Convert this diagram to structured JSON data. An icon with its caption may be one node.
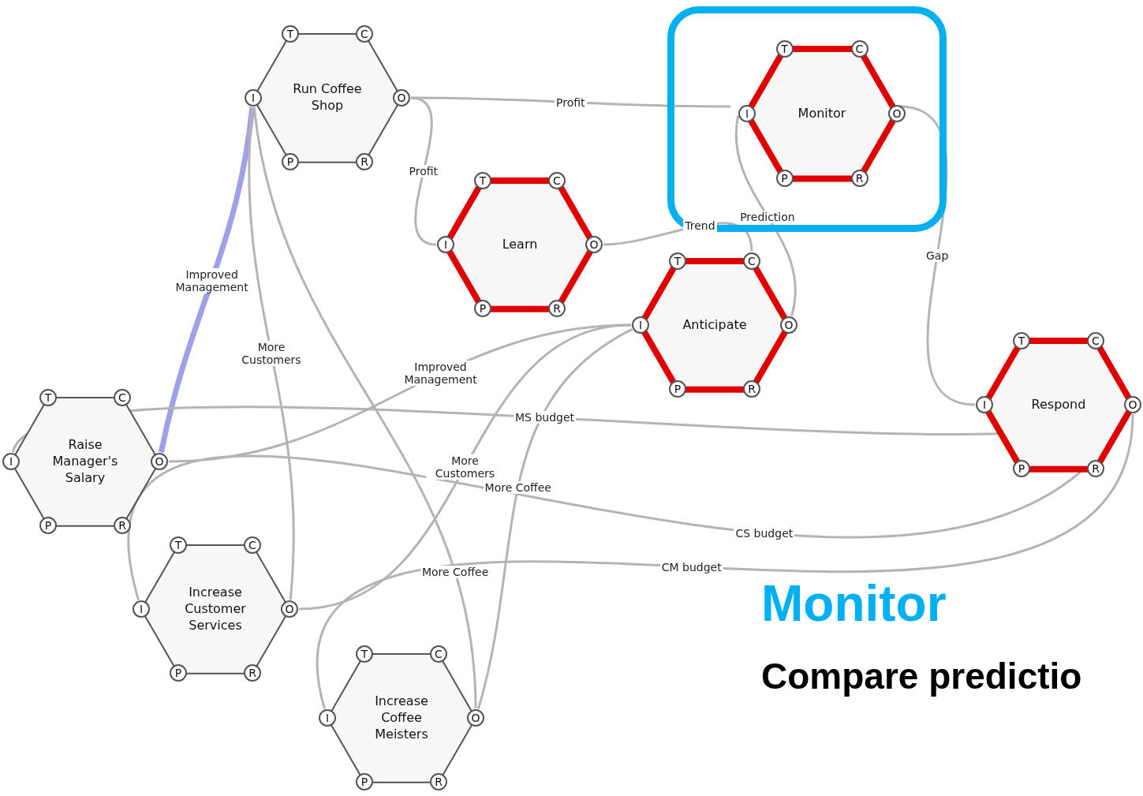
{
  "diagram": {
    "title": "Monitor",
    "nodes": [
      {
        "text": [
          "Run Coffee Shop"
        ]
      },
      {
        "text": [
          "T"
        ],
        "in": 0
      },
      {
        "text": [
          "C"
        ],
        "in": 0
      },
      {
        "text": [
          "I"
        ],
        "in": 0
      },
      {
        "text": [
          "O"
        ],
        "in": 0
      },
      {
        "text": [
          "P"
        ],
        "in": 0
      },
      {
        "text": [
          "R"
        ],
        "in": 0
      },
      {
        "text": [],
        "shape": "box"
      },
      {
        "text": [
          "Monitor"
        ],
        "in": 7
      },
      {
        "text": [
          "T"
        ],
        "in": 8
      },
      {
        "text": [
          "C"
        ],
        "in": 8
      },
      {
        "text": [
          "I"
        ],
        "in": 8
      },
      {
        "text": [
          "O"
        ],
        "in": 8
      },
      {
        "text": [
          "P"
        ],
        "in": 8
      },
      {
        "text": [
          "R"
        ],
        "in": 8
      },
      {
        "text": [
          "Learn"
        ]
      },
      {
        "text": [
          "T"
        ],
        "in": 15
      },
      {
        "text": [
          "C"
        ],
        "in": 15
      },
      {
        "text": [
          "I"
        ],
        "in": 15
      },
      {
        "text": [
          "O"
        ],
        "in": 15
      },
      {
        "text": [
          "P"
        ],
        "in": 15
      },
      {
        "text": [
          "R"
        ],
        "in": 15
      },
      {
        "text": [
          "Anticipate"
        ]
      },
      {
        "text": [
          "T"
        ],
        "in": 22
      },
      {
        "text": [
          "C"
        ],
        "in": 22
      },
      {
        "text": [
          "I"
        ],
        "in": 22
      },
      {
        "text": [
          "O"
        ],
        "in": 22
      },
      {
        "text": [
          "P"
        ],
        "in": 22
      },
      {
        "text": [
          "R"
        ],
        "in": 22
      },
      {
        "text": [
          "Respond"
        ]
      },
      {
        "text": [
          "T"
        ],
        "in": 29
      },
      {
        "text": [
          "C"
        ],
        "in": 29
      },
      {
        "text": [
          "I"
        ],
        "in": 29
      },
      {
        "text": [
          "O"
        ],
        "in": 29
      },
      {
        "text": [
          "P"
        ],
        "in": 29
      },
      {
        "text": [
          "R"
        ],
        "in": 29
      },
      {
        "text": [
          "Raise Manager's Salary"
        ]
      },
      {
        "text": [
          "T"
        ],
        "in": 36
      },
      {
        "text": [
          "C"
        ],
        "in": 36
      },
      {
        "text": [
          "I"
        ],
        "in": 36
      },
      {
        "text": [
          "O"
        ],
        "in": 36
      },
      {
        "text": [
          "P"
        ],
        "in": 36
      },
      {
        "text": [
          "R"
        ],
        "in": 36
      },
      {
        "text": [
          "Increase Customer Services"
        ]
      },
      {
        "text": [
          "T"
        ],
        "in": 43
      },
      {
        "text": [
          "C"
        ],
        "in": 43
      },
      {
        "text": [
          "I"
        ],
        "in": 43
      },
      {
        "text": [
          "O"
        ],
        "in": 43
      },
      {
        "text": [
          "P"
        ],
        "in": 43
      },
      {
        "text": [
          "R"
        ],
        "in": 43
      },
      {
        "text": [
          "Increase Coffee Meisters"
        ]
      },
      {
        "text": [
          "T"
        ],
        "in": 50
      },
      {
        "text": [
          "C"
        ],
        "in": 50
      },
      {
        "text": [
          "I"
        ],
        "in": 50
      },
      {
        "text": [
          "O"
        ],
        "in": 50
      },
      {
        "text": [
          "P"
        ],
        "in": 50
      },
      {
        "text": [
          "R"
        ],
        "in": 50
      }
    ],
    "edges": [
      {
        "from": 4,
        "to": 11,
        "arrow": "none",
        "label": "Profit"
      },
      {
        "from": 4,
        "to": 18,
        "arrow": "none",
        "label": "Profit"
      },
      {
        "from": 40,
        "to": 3,
        "arrow": "none",
        "label": "Improved Management",
        "style": "thick",
        "color": "#a0a0e8"
      },
      {
        "from": 40,
        "to": 25,
        "arrow": "none",
        "label": "Improved Management"
      },
      {
        "from": 19,
        "to": 24,
        "arrow": "none",
        "label": "Trend"
      },
      {
        "from": 26,
        "to": 11,
        "arrow": "none",
        "label": "Prediction"
      },
      {
        "from": 12,
        "to": 32,
        "arrow": "none",
        "label": "Gap"
      },
      {
        "from": 33,
        "to": 39,
        "arrow": "none",
        "label": "MS budget"
      },
      {
        "from": 33,
        "to": 46,
        "arrow": "none",
        "label": "CS budget"
      },
      {
        "from": 33,
        "to": 53,
        "arrow": "none",
        "label": "CM budget"
      },
      {
        "from": 47,
        "to": 3,
        "arrow": "none",
        "label": "More Customers"
      },
      {
        "from": 47,
        "to": 25,
        "arrow": "none",
        "label": "More Customers"
      },
      {
        "from": 54,
        "to": 3,
        "arrow": "none",
        "label": "More Coffee"
      },
      {
        "from": 54,
        "to": 25,
        "arrow": "none",
        "label": "More Coffee"
      }
    ],
    "labels": [
      "Compare predictio"
    ]
  }
}
